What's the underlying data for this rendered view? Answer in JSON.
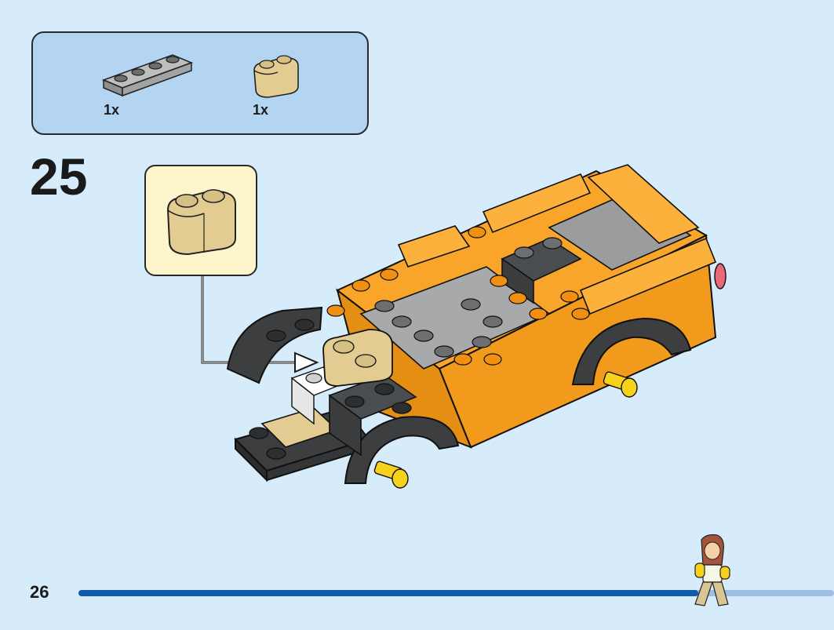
{
  "parts_list": {
    "items": [
      {
        "icon": "gray-plate-1x4-icon",
        "quantity": "1x",
        "color": "#a8a9a9"
      },
      {
        "icon": "tan-brick-1x2-curved-icon",
        "quantity": "1x",
        "color": "#e2cc92"
      }
    ]
  },
  "step": {
    "number": "25"
  },
  "callout": {
    "icon": "tan-brick-1x2-curved-icon",
    "color": "#e2cc92"
  },
  "model": {
    "icon": "orange-car-model-icon",
    "body_color": "#f8a52a",
    "dark_color": "#4a4d50",
    "axle_color": "#f6d21a"
  },
  "page": {
    "number": "26"
  },
  "progress": {
    "fraction": 0.82,
    "track_color": "#9dbfe4",
    "fill_color": "#0f5cab"
  },
  "minifigure": {
    "icon": "walking-minifigure-icon"
  }
}
